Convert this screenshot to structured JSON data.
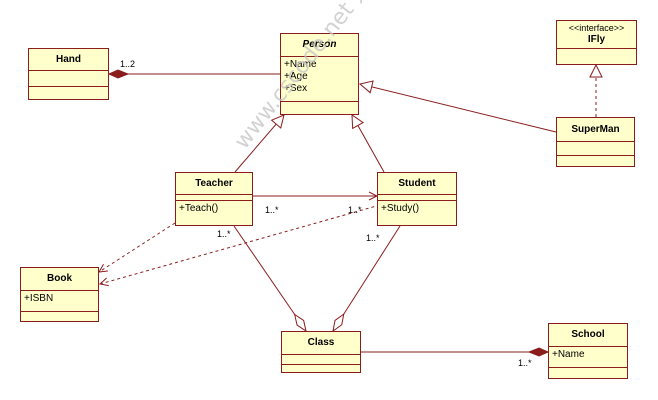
{
  "classes": {
    "hand": {
      "name": "Hand"
    },
    "person": {
      "name": "Person",
      "attributes": [
        "+Name",
        "+Age",
        "+Sex"
      ]
    },
    "ifly": {
      "stereotype": "<<interface>>",
      "name": "IFly"
    },
    "superman": {
      "name": "SuperMan"
    },
    "teacher": {
      "name": "Teacher",
      "operations": [
        "+Teach()"
      ]
    },
    "student": {
      "name": "Student",
      "operations": [
        "+Study()"
      ]
    },
    "book": {
      "name": "Book",
      "attributes": [
        "+ISBN"
      ]
    },
    "class": {
      "name": "Class"
    },
    "school": {
      "name": "School",
      "attributes": [
        "+Name"
      ]
    }
  },
  "multiplicities": {
    "hand_person": "1..2",
    "teacher_student_t": "1..*",
    "teacher_student_s": "1..*",
    "teacher_class": "1..*",
    "student_class": "1..*",
    "school_class": "1..*"
  },
  "watermark": "www.cscode.net 开发框架文库",
  "colors": {
    "box_fill": "#ffffcc",
    "box_border": "#8a1c1c",
    "line": "#8a1c1c"
  }
}
